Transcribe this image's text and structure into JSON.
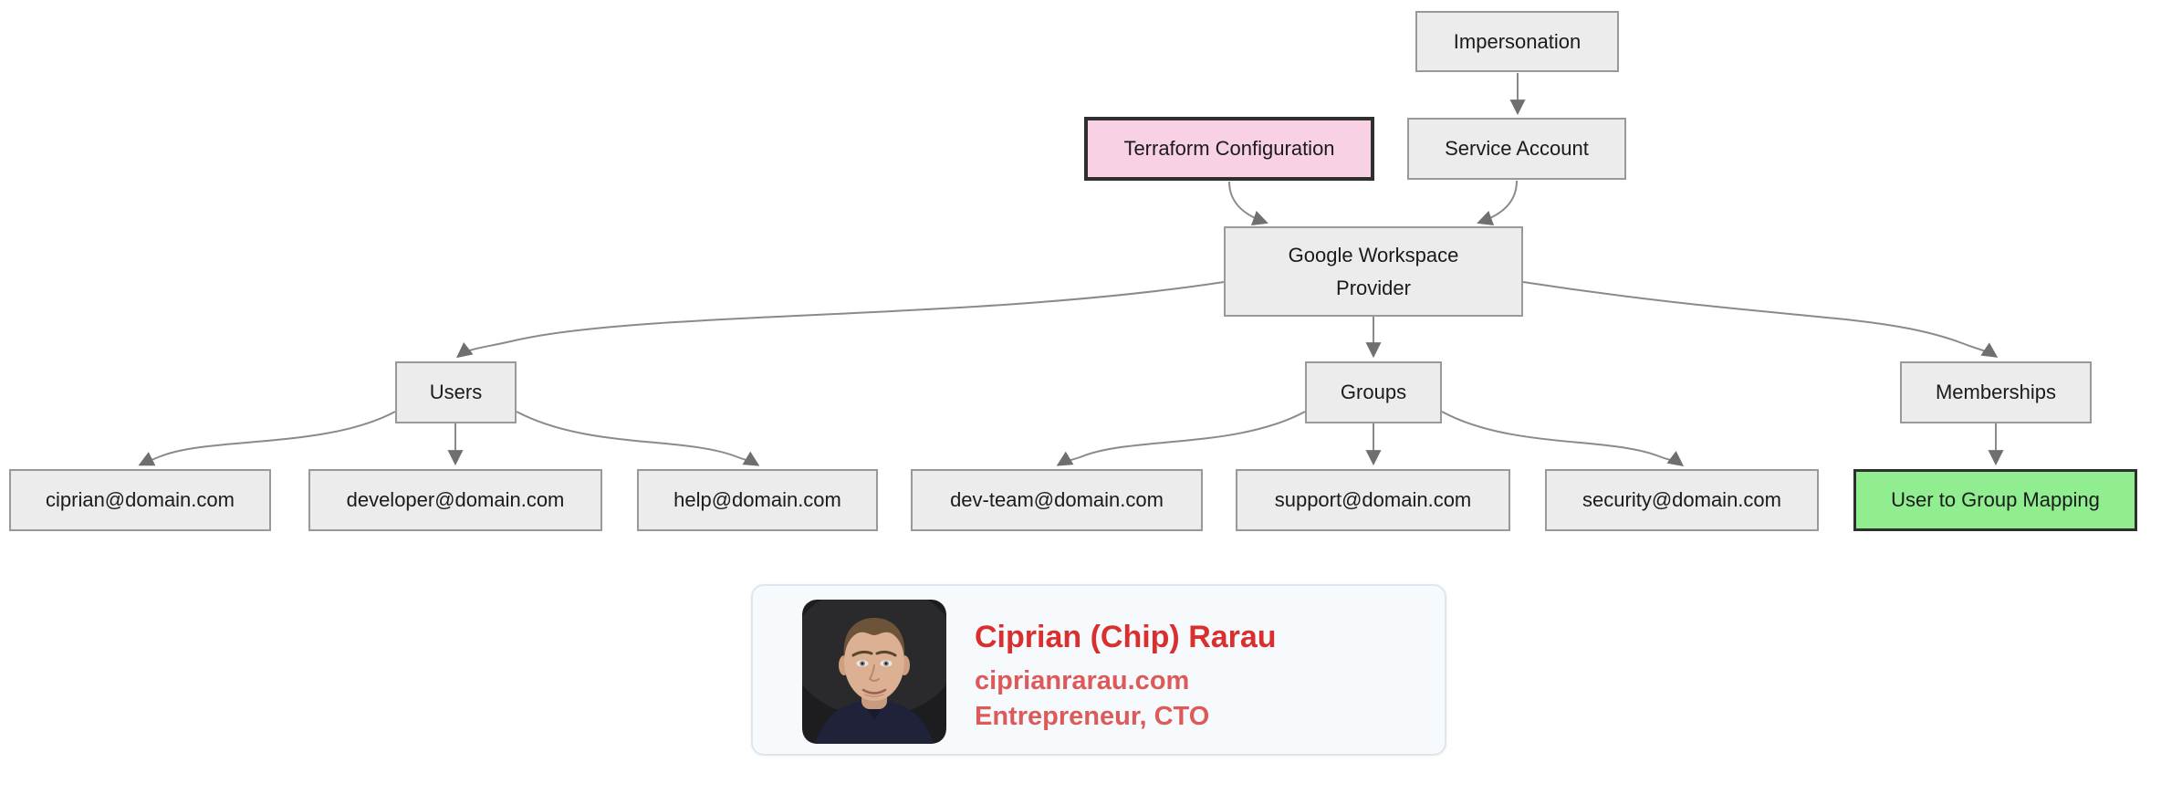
{
  "diagram": {
    "nodes": [
      {
        "id": "impersonation",
        "label": "Impersonation",
        "style": "default"
      },
      {
        "id": "terraform",
        "label": "Terraform Configuration",
        "style": "pink-emphasis"
      },
      {
        "id": "service-account",
        "label": "Service Account",
        "style": "default"
      },
      {
        "id": "provider",
        "label": "Google Workspace Provider",
        "style": "default"
      },
      {
        "id": "users",
        "label": "Users",
        "style": "default"
      },
      {
        "id": "groups",
        "label": "Groups",
        "style": "default"
      },
      {
        "id": "memberships",
        "label": "Memberships",
        "style": "default"
      },
      {
        "id": "user-ciprian",
        "label": "ciprian@domain.com",
        "style": "default"
      },
      {
        "id": "user-developer",
        "label": "developer@domain.com",
        "style": "default"
      },
      {
        "id": "user-help",
        "label": "help@domain.com",
        "style": "default"
      },
      {
        "id": "group-devteam",
        "label": "dev-team@domain.com",
        "style": "default"
      },
      {
        "id": "group-support",
        "label": "support@domain.com",
        "style": "default"
      },
      {
        "id": "group-security",
        "label": "security@domain.com",
        "style": "default"
      },
      {
        "id": "mapping",
        "label": "User to Group Mapping",
        "style": "green-emphasis"
      }
    ],
    "edges": [
      {
        "from": "Impersonation",
        "to": "Service Account"
      },
      {
        "from": "Terraform Configuration",
        "to": "Google Workspace Provider"
      },
      {
        "from": "Service Account",
        "to": "Google Workspace Provider"
      },
      {
        "from": "Google Workspace Provider",
        "to": "Users"
      },
      {
        "from": "Google Workspace Provider",
        "to": "Groups"
      },
      {
        "from": "Google Workspace Provider",
        "to": "Memberships"
      },
      {
        "from": "Users",
        "to": "ciprian@domain.com"
      },
      {
        "from": "Users",
        "to": "developer@domain.com"
      },
      {
        "from": "Users",
        "to": "help@domain.com"
      },
      {
        "from": "Groups",
        "to": "dev-team@domain.com"
      },
      {
        "from": "Groups",
        "to": "support@domain.com"
      },
      {
        "from": "Groups",
        "to": "security@domain.com"
      },
      {
        "from": "Memberships",
        "to": "User to Group Mapping"
      }
    ],
    "colors": {
      "node_fill": "#ececec",
      "node_border": "#999999",
      "pink_fill": "#f8d2e4",
      "green_fill": "#90ee90",
      "emphasis_border": "#2f2f2f",
      "edge_line": "#8a8a8a",
      "arrowhead": "#6f6f6f"
    }
  },
  "profile_card": {
    "name": "Ciprian (Chip) Rarau",
    "website": "ciprianrarau.com",
    "title": "Entrepreneur, CTO",
    "photo_alt": "headshot portrait",
    "name_color": "#d92f2f",
    "accent_color": "#dd5a5a"
  }
}
